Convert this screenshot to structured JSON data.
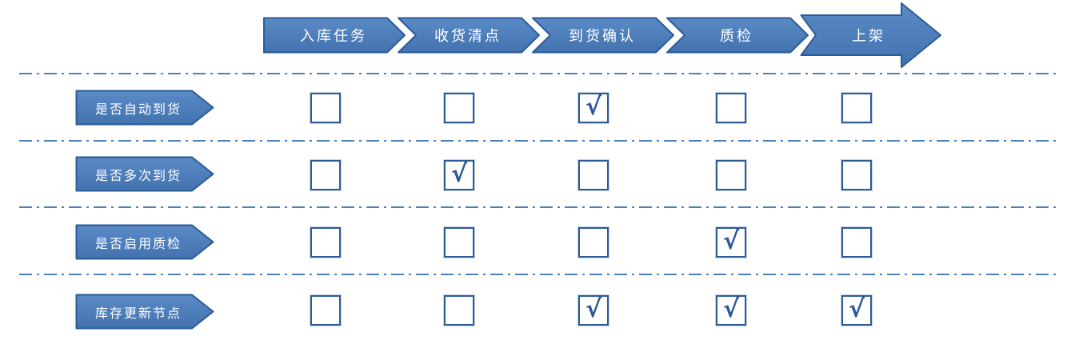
{
  "flow": {
    "steps": [
      {
        "label": "入库任务"
      },
      {
        "label": "收货清点"
      },
      {
        "label": "到货确认"
      },
      {
        "label": "质检"
      },
      {
        "label": "上架"
      }
    ]
  },
  "matrix": {
    "checkmark_glyph": "√",
    "rows": [
      {
        "label": "是否自动到货",
        "checks": [
          false,
          false,
          true,
          false,
          false
        ]
      },
      {
        "label": "是否多次到货",
        "checks": [
          false,
          true,
          false,
          false,
          false
        ]
      },
      {
        "label": "是否启用质检",
        "checks": [
          false,
          false,
          false,
          true,
          false
        ]
      },
      {
        "label": "库存更新节点",
        "checks": [
          false,
          false,
          true,
          true,
          true
        ]
      }
    ]
  },
  "colors": {
    "shape-fill-top": "#5B8BC7",
    "shape-fill-bottom": "#4273AE",
    "shape-border": "#2C5B97",
    "checkbox-border": "#2E5B94",
    "checkmark": "#2D5795",
    "separator": "#4C7FBB",
    "label-text": "#FFFFFF"
  }
}
